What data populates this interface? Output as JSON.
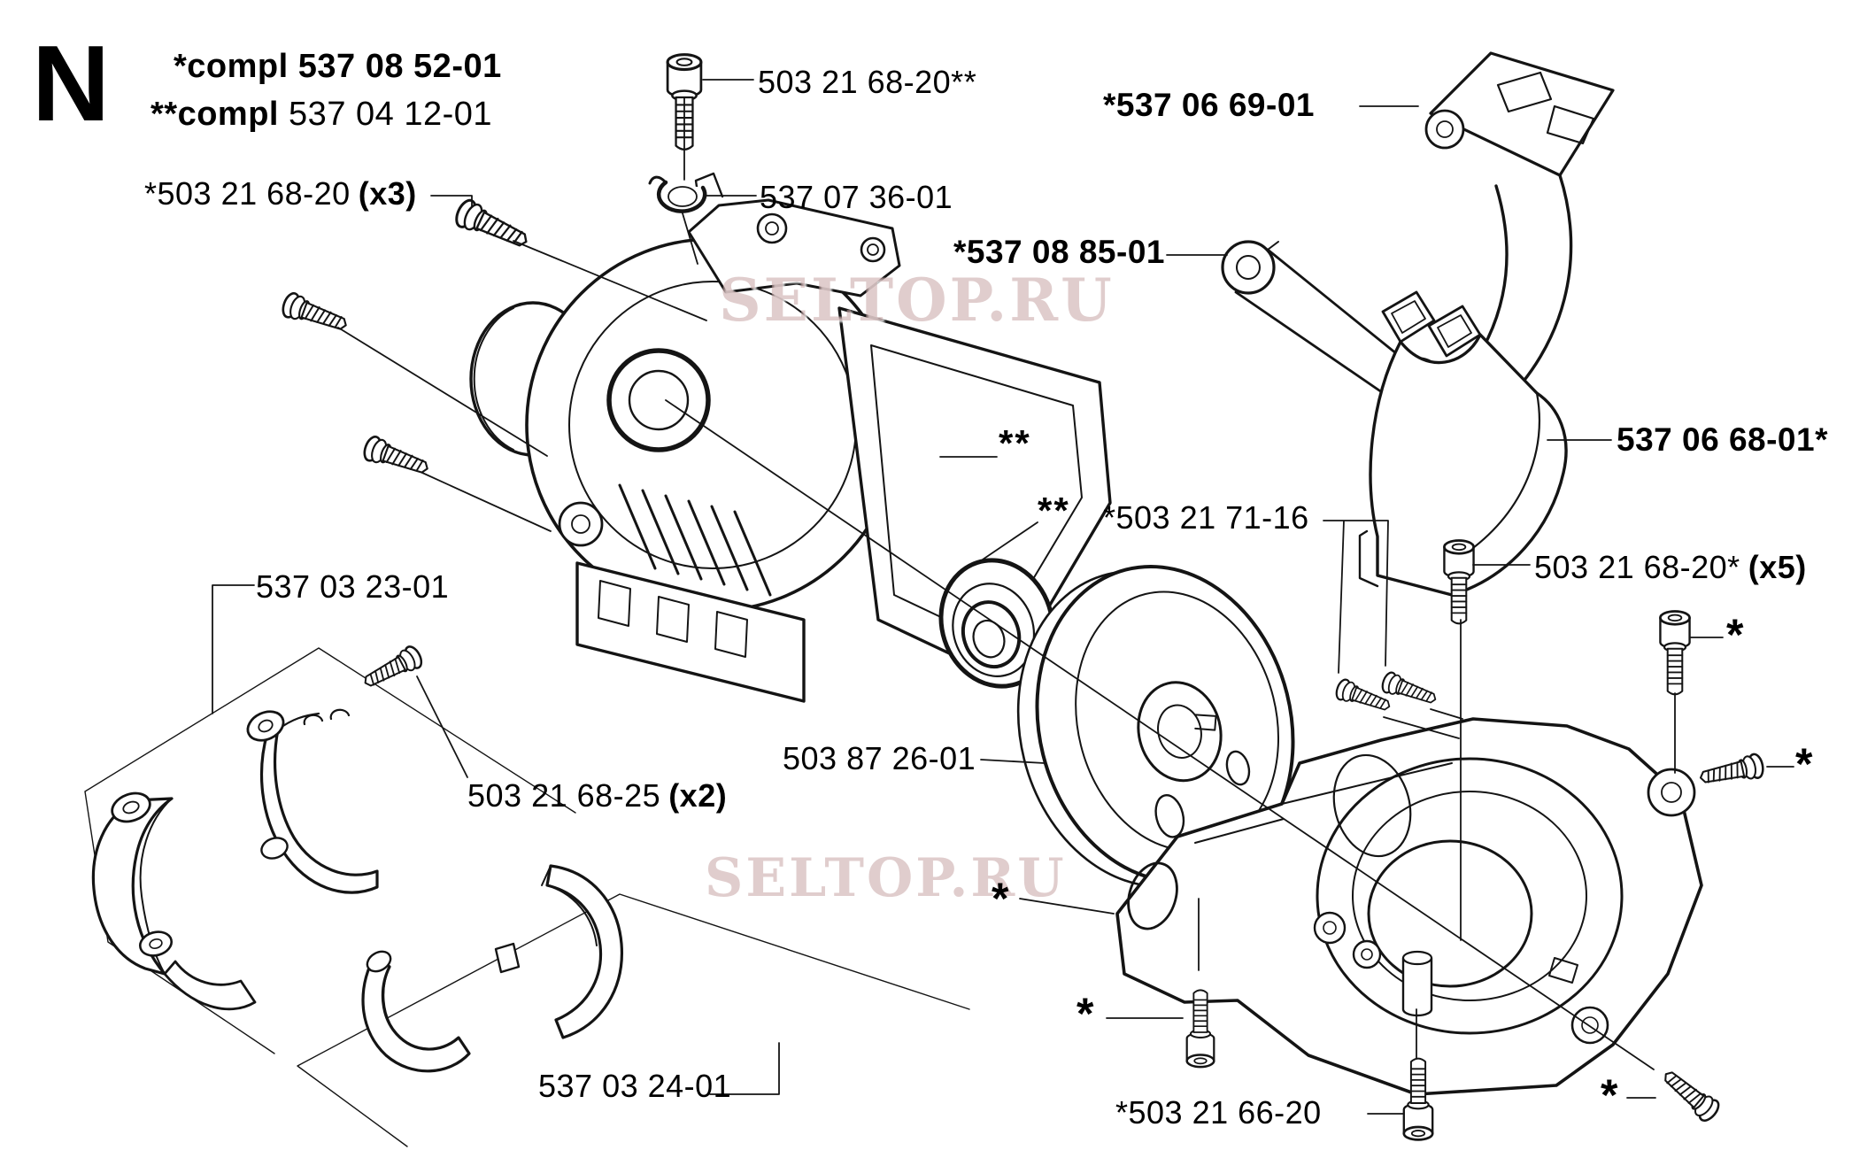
{
  "page": {
    "index_letter": "N",
    "watermark": "SELTOP.RU"
  },
  "header": {
    "compl_1_prefix": "*compl",
    "compl_1_number": "537 08 52-01",
    "compl_2_prefix": "**compl",
    "compl_2_number": "537 04 12-01"
  },
  "part_labels": {
    "screw_kit_x3": {
      "number": "*503 21 68-20",
      "qty": "(x3)"
    },
    "top_screw": "503 21 68-20**",
    "circlip": "537 07 36-01",
    "plate_bracket": "*537 08 85-01",
    "handle_bracket": "*537 06 69-01",
    "cover": "537 06 68-01*",
    "crankcase_half_ref": "**",
    "bearing_ref": "**",
    "screw_pair_7116": "*503 21 71-16",
    "screw_kit_x5": {
      "number": "503 21 68-20*",
      "qty": "(x5)"
    },
    "clamp_upper_kit": "537 03 23-01",
    "screw_kit_x2": {
      "number": "503 21 68-25",
      "qty": "(x2)"
    },
    "clutch_drum": "503 87 26-01",
    "clamp_lower_kit": "537 03 24-01",
    "bottom_screw": "*503 21 66-20",
    "asterisk": "*"
  }
}
